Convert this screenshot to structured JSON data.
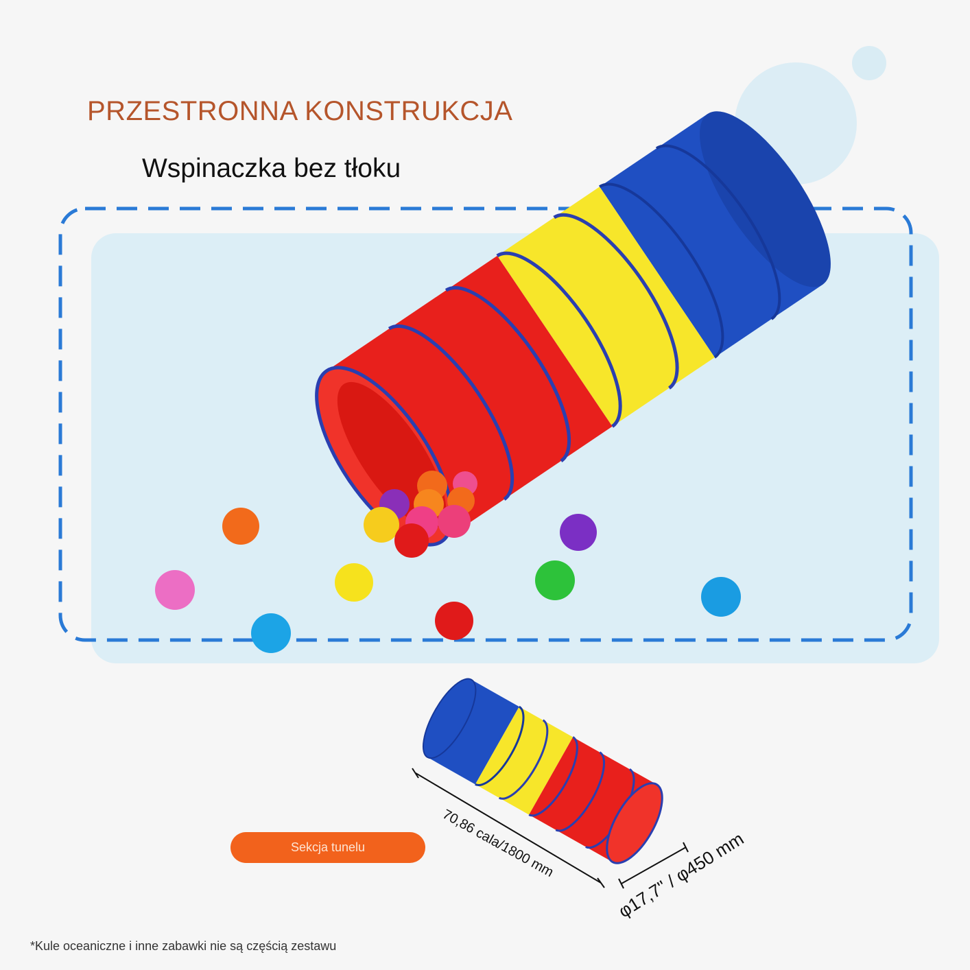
{
  "header": {
    "title": "PRZESTRONNA KONSTRUKCJA",
    "subtitle": "Wspinaczka bez tłoku"
  },
  "diagram": {
    "length_label": "70,86 cala/1800 mm",
    "diameter_label": "φ17,7\" / φ450 mm",
    "section_button": "Sekcja tunelu"
  },
  "footnote": "*Kule oceaniczne i inne zabawki nie są częścią zestawu",
  "colors": {
    "title": "#b5552b",
    "accent_orange": "#f2621c",
    "dash_blue": "#2a7ad6",
    "panel": "#dceef6",
    "tunnel_red": "#e8201c",
    "tunnel_yellow": "#f7e62a",
    "tunnel_blue": "#1f4fc2"
  }
}
